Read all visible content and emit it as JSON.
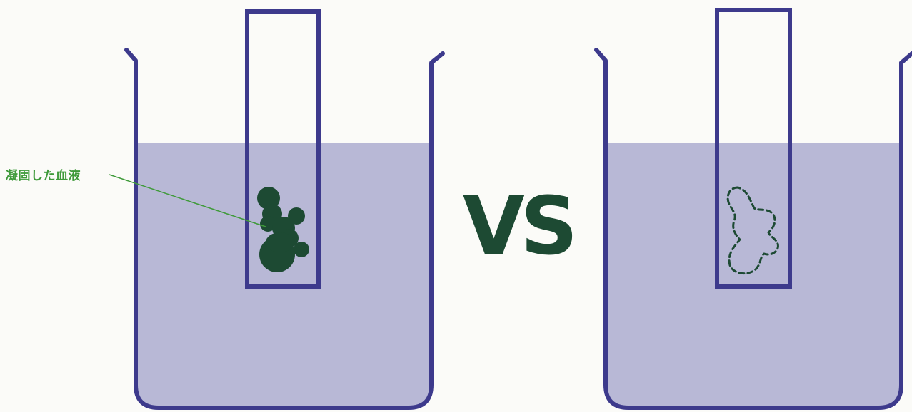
{
  "labels": {
    "clot_label": "凝固した血液",
    "vs": "VS"
  },
  "colors": {
    "beaker_outline": "#3d3a8c",
    "liquid": "#b8b8d6",
    "clot": "#1d4a33",
    "label_text": "#3f9a3a",
    "leader_line": "#3f9a3a",
    "vs_text": "#1d4a33",
    "background": "#fbfbf8"
  },
  "panels": [
    {
      "name": "left-beaker",
      "clot_state": "solid"
    },
    {
      "name": "right-beaker",
      "clot_state": "dissolved-dashed-outline"
    }
  ]
}
